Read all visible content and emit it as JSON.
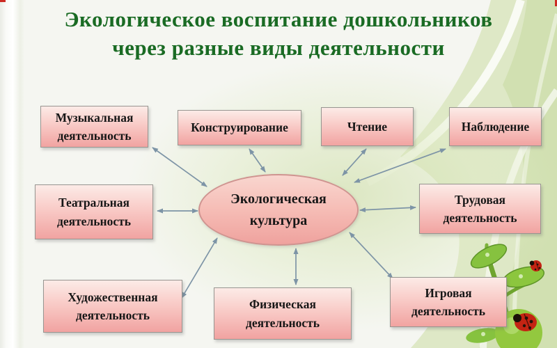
{
  "slide": {
    "title": "Экологическое воспитание дошкольников через разные виды деятельности",
    "title_color": "#1a6b24"
  },
  "center": {
    "label": "Экологическая культура"
  },
  "nodes": {
    "musical": {
      "label": "Музыкальная деятельность"
    },
    "construction": {
      "label": "Конструирование"
    },
    "reading": {
      "label": "Чтение"
    },
    "observation": {
      "label": "Наблюдение"
    },
    "theatrical": {
      "label": "Театральная деятельность"
    },
    "labor": {
      "label": "Трудовая деятельность"
    },
    "artistic": {
      "label": "Художественная деятельность"
    },
    "physical": {
      "label": "Физическая деятельность"
    },
    "play": {
      "label": "Игровая деятельность"
    }
  },
  "colors": {
    "title": "#1a6b24",
    "box_gradient_top": "#fcebe7",
    "box_gradient_bottom": "#f1a3a1",
    "box_border": "#979590",
    "arrow": "#7d94a6",
    "background_green": "#d8e4bb",
    "ladybug_red": "#c42413"
  },
  "icons": {
    "decoration": "sprout-with-ladybugs-icon"
  }
}
